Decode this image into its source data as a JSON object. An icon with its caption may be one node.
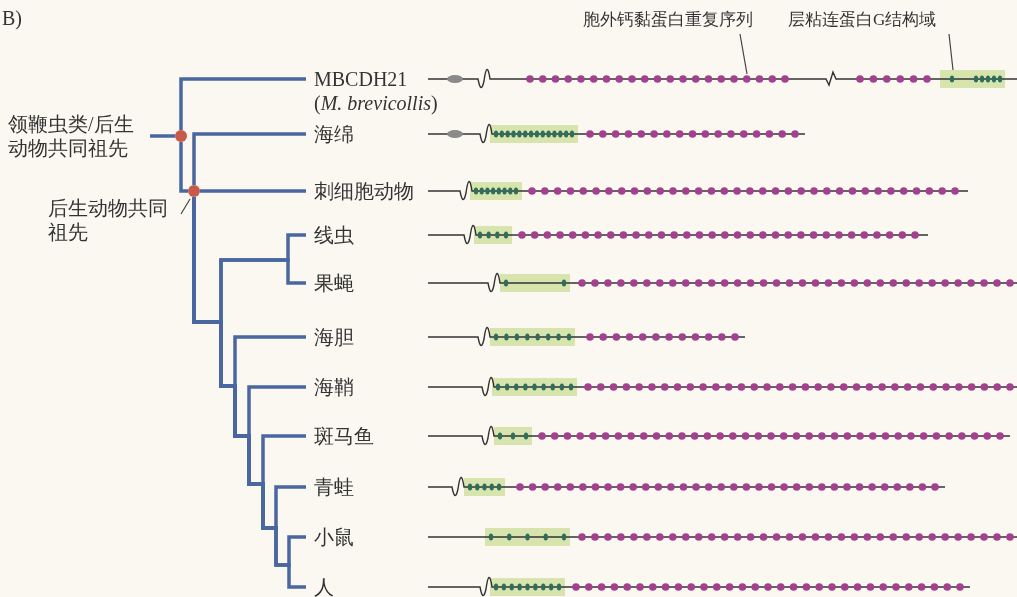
{
  "diagram": {
    "nodes": [
      {
        "text": [
          "领鞭虫类/后生动物共同祖先"
        ]
      },
      {
        "text": [],
        "shape": "circle"
      },
      {
        "text": [
          "MBCDH21 (*M. brevicollis*)"
        ]
      },
      {
        "text": [
          "后生动物共同祖先"
        ]
      },
      {
        "text": [],
        "shape": "circle"
      },
      {
        "text": [
          "海绵"
        ]
      },
      {
        "text": [
          "刺细胞动物"
        ]
      },
      {
        "text": [
          "线虫"
        ]
      },
      {
        "text": [
          "果蝇"
        ]
      },
      {
        "text": [
          "海胆"
        ]
      },
      {
        "text": [
          "海鞘"
        ]
      },
      {
        "text": [
          "斑马鱼"
        ]
      },
      {
        "text": [
          "青蛙"
        ]
      },
      {
        "text": [
          "小鼠"
        ]
      },
      {
        "text": [
          "人"
        ]
      },
      {
        "text": [
          "胞外钙黏蛋白重复序列"
        ]
      },
      {
        "text": [
          "层粘连蛋白G结构域"
        ]
      },
      {
        "text": [],
        "shape": "circle"
      },
      {
        "text": [],
        "shape": "box"
      }
    ],
    "edges": [
      {
        "from": 0,
        "to": 1,
        "arrow": "none"
      },
      {
        "from": 1,
        "to": 2,
        "arrow": "none"
      },
      {
        "from": 1,
        "to": 4,
        "arrow": "none"
      },
      {
        "from": 3,
        "to": 4,
        "arrow": "none",
        "color": "#444444"
      },
      {
        "from": 4,
        "to": 5,
        "arrow": "none"
      },
      {
        "from": 4,
        "to": 6,
        "arrow": "none"
      },
      {
        "from": 4,
        "to": 7,
        "arrow": "none"
      },
      {
        "from": 4,
        "to": 8,
        "arrow": "none"
      },
      {
        "from": 4,
        "to": 9,
        "arrow": "none"
      },
      {
        "from": 4,
        "to": 10,
        "arrow": "none"
      },
      {
        "from": 4,
        "to": 11,
        "arrow": "none"
      },
      {
        "from": 4,
        "to": 12,
        "arrow": "none"
      },
      {
        "from": 4,
        "to": 13,
        "arrow": "none"
      },
      {
        "from": 4,
        "to": 14,
        "arrow": "none"
      },
      {
        "from": 15,
        "to": 17,
        "arrow": "none",
        "color": "#444444"
      },
      {
        "from": 16,
        "to": 18,
        "arrow": "none",
        "color": "#444444"
      }
    ],
    "labels": [
      "B)"
    ]
  }
}
